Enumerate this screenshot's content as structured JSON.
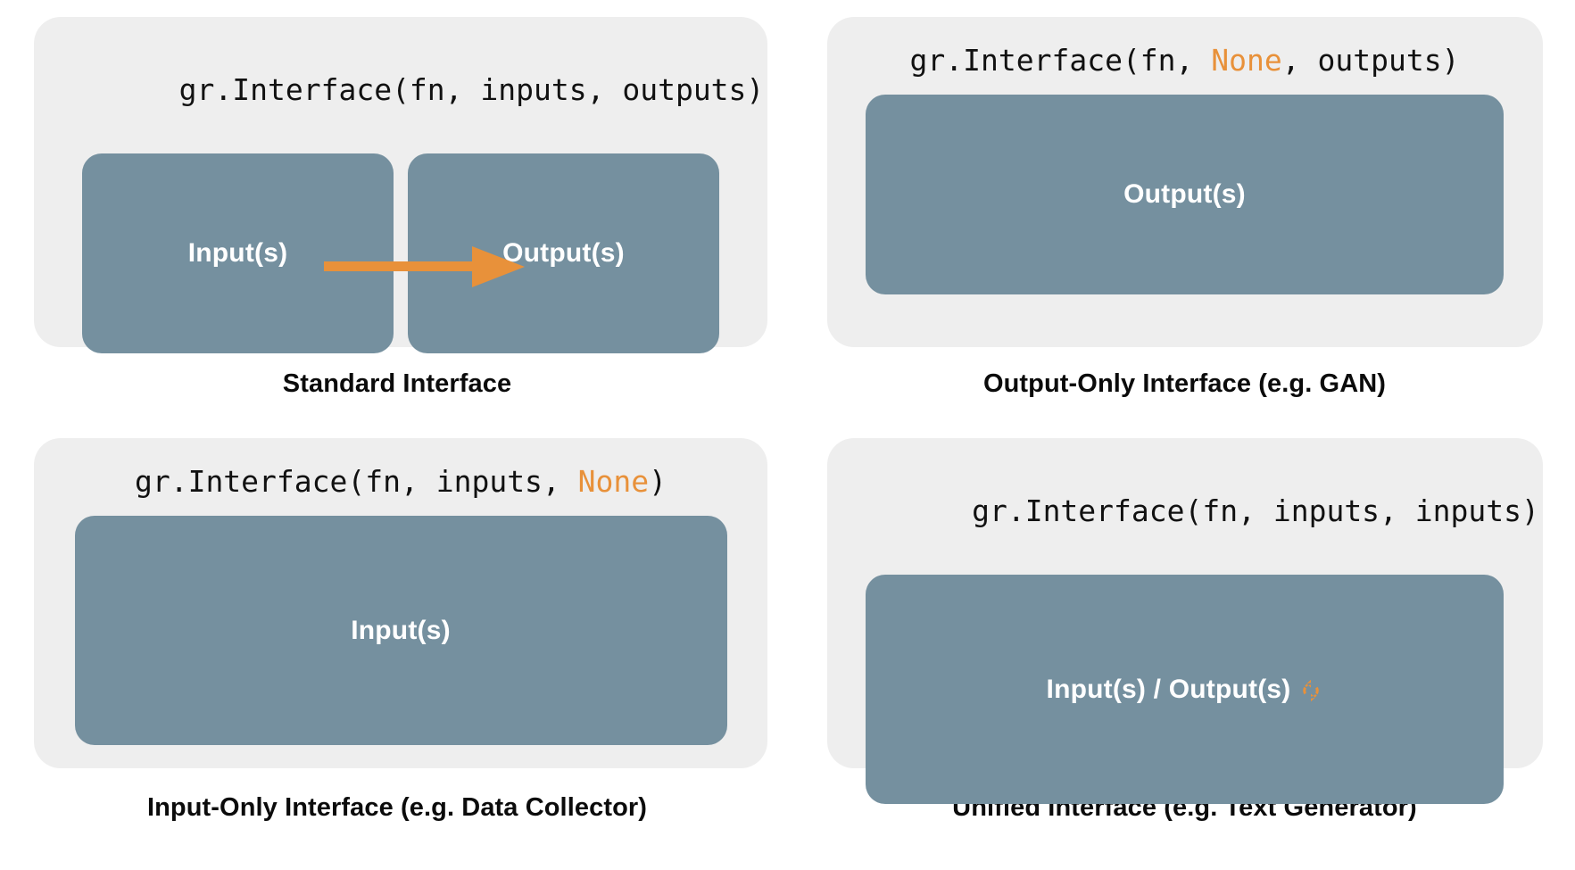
{
  "colors": {
    "panel_background": "#eeeeee",
    "box_fill": "#75909f",
    "accent_orange": "#e8913a",
    "text_dark": "#111111",
    "text_light": "#ffffff",
    "page_background": "#ffffff"
  },
  "quadrants": {
    "top_left": {
      "code": {
        "prefix": "gr.Interface(fn, inputs, outputs)",
        "segments": [
          {
            "text": "gr.Interface(fn, inputs, outputs)",
            "highlight": false
          }
        ]
      },
      "input_label": "Input(s)",
      "output_label": "Output(s)",
      "arrow": "arrow-right",
      "caption": "Standard Interface"
    },
    "top_right": {
      "code": {
        "segments": [
          {
            "text": "gr.Interface(fn, ",
            "highlight": false
          },
          {
            "text": "None",
            "highlight": true
          },
          {
            "text": ", outputs)",
            "highlight": false
          }
        ]
      },
      "box_label": "Output(s)",
      "caption": "Output-Only Interface (e.g. GAN)"
    },
    "bottom_left": {
      "code": {
        "segments": [
          {
            "text": "gr.Interface(fn, inputs, ",
            "highlight": false
          },
          {
            "text": "None",
            "highlight": true
          },
          {
            "text": ")",
            "highlight": false
          }
        ]
      },
      "box_label": "Input(s)",
      "caption": "Input-Only Interface (e.g. Data Collector)"
    },
    "bottom_right": {
      "code": {
        "segments": [
          {
            "text": "gr.Interface(fn, inputs, inputs)",
            "highlight": false
          }
        ]
      },
      "box_label": "Input(s) / Output(s)",
      "box_icon": "loop-refresh-icon",
      "caption": "Unified Interface (e.g. Text Generator)"
    }
  }
}
